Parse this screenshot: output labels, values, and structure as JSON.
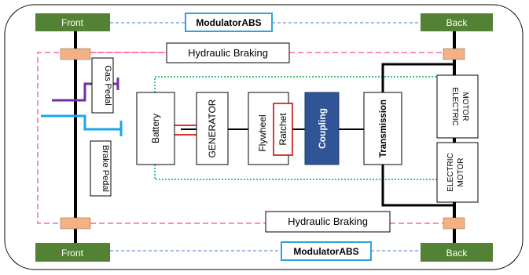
{
  "wheels": {
    "front_top": "Front",
    "front_bottom": "Front",
    "back_top": "Back",
    "back_bottom": "Back"
  },
  "modulators": {
    "top": "ModulatorABS",
    "bottom": "ModulatorABS"
  },
  "hydraulic": {
    "top": "Hydraulic Braking",
    "bottom": "Hydraulic Braking"
  },
  "pedals": {
    "gas": "Gas Pedal",
    "brake": "Brake Pedal"
  },
  "components": {
    "battery": "Battery",
    "generator": "GENERATOR",
    "flywheel": "Flywheel",
    "ratchet": "Ratchet",
    "coupling": "Coupling",
    "transmission": "Transmission",
    "motor_top_line1": "ELECTRIC",
    "motor_top_line2": "MOTOR",
    "motor_bottom_line1": "ELECTRIC",
    "motor_bottom_line2": "MOTOR"
  },
  "colors": {
    "wheel_fill": "#548235",
    "modulator_border": "#2EA3DC",
    "coupling_fill": "#2F5597",
    "ratchet_border": "#C00000",
    "caliper": "#F4B183",
    "brake_line": "#FF6699",
    "abs_line": "#4472C4",
    "battery_link": "#E03030",
    "elec_line": "#00B050",
    "gas_line": "#7030A0",
    "brake_pedal_line": "#1AA7E8"
  }
}
